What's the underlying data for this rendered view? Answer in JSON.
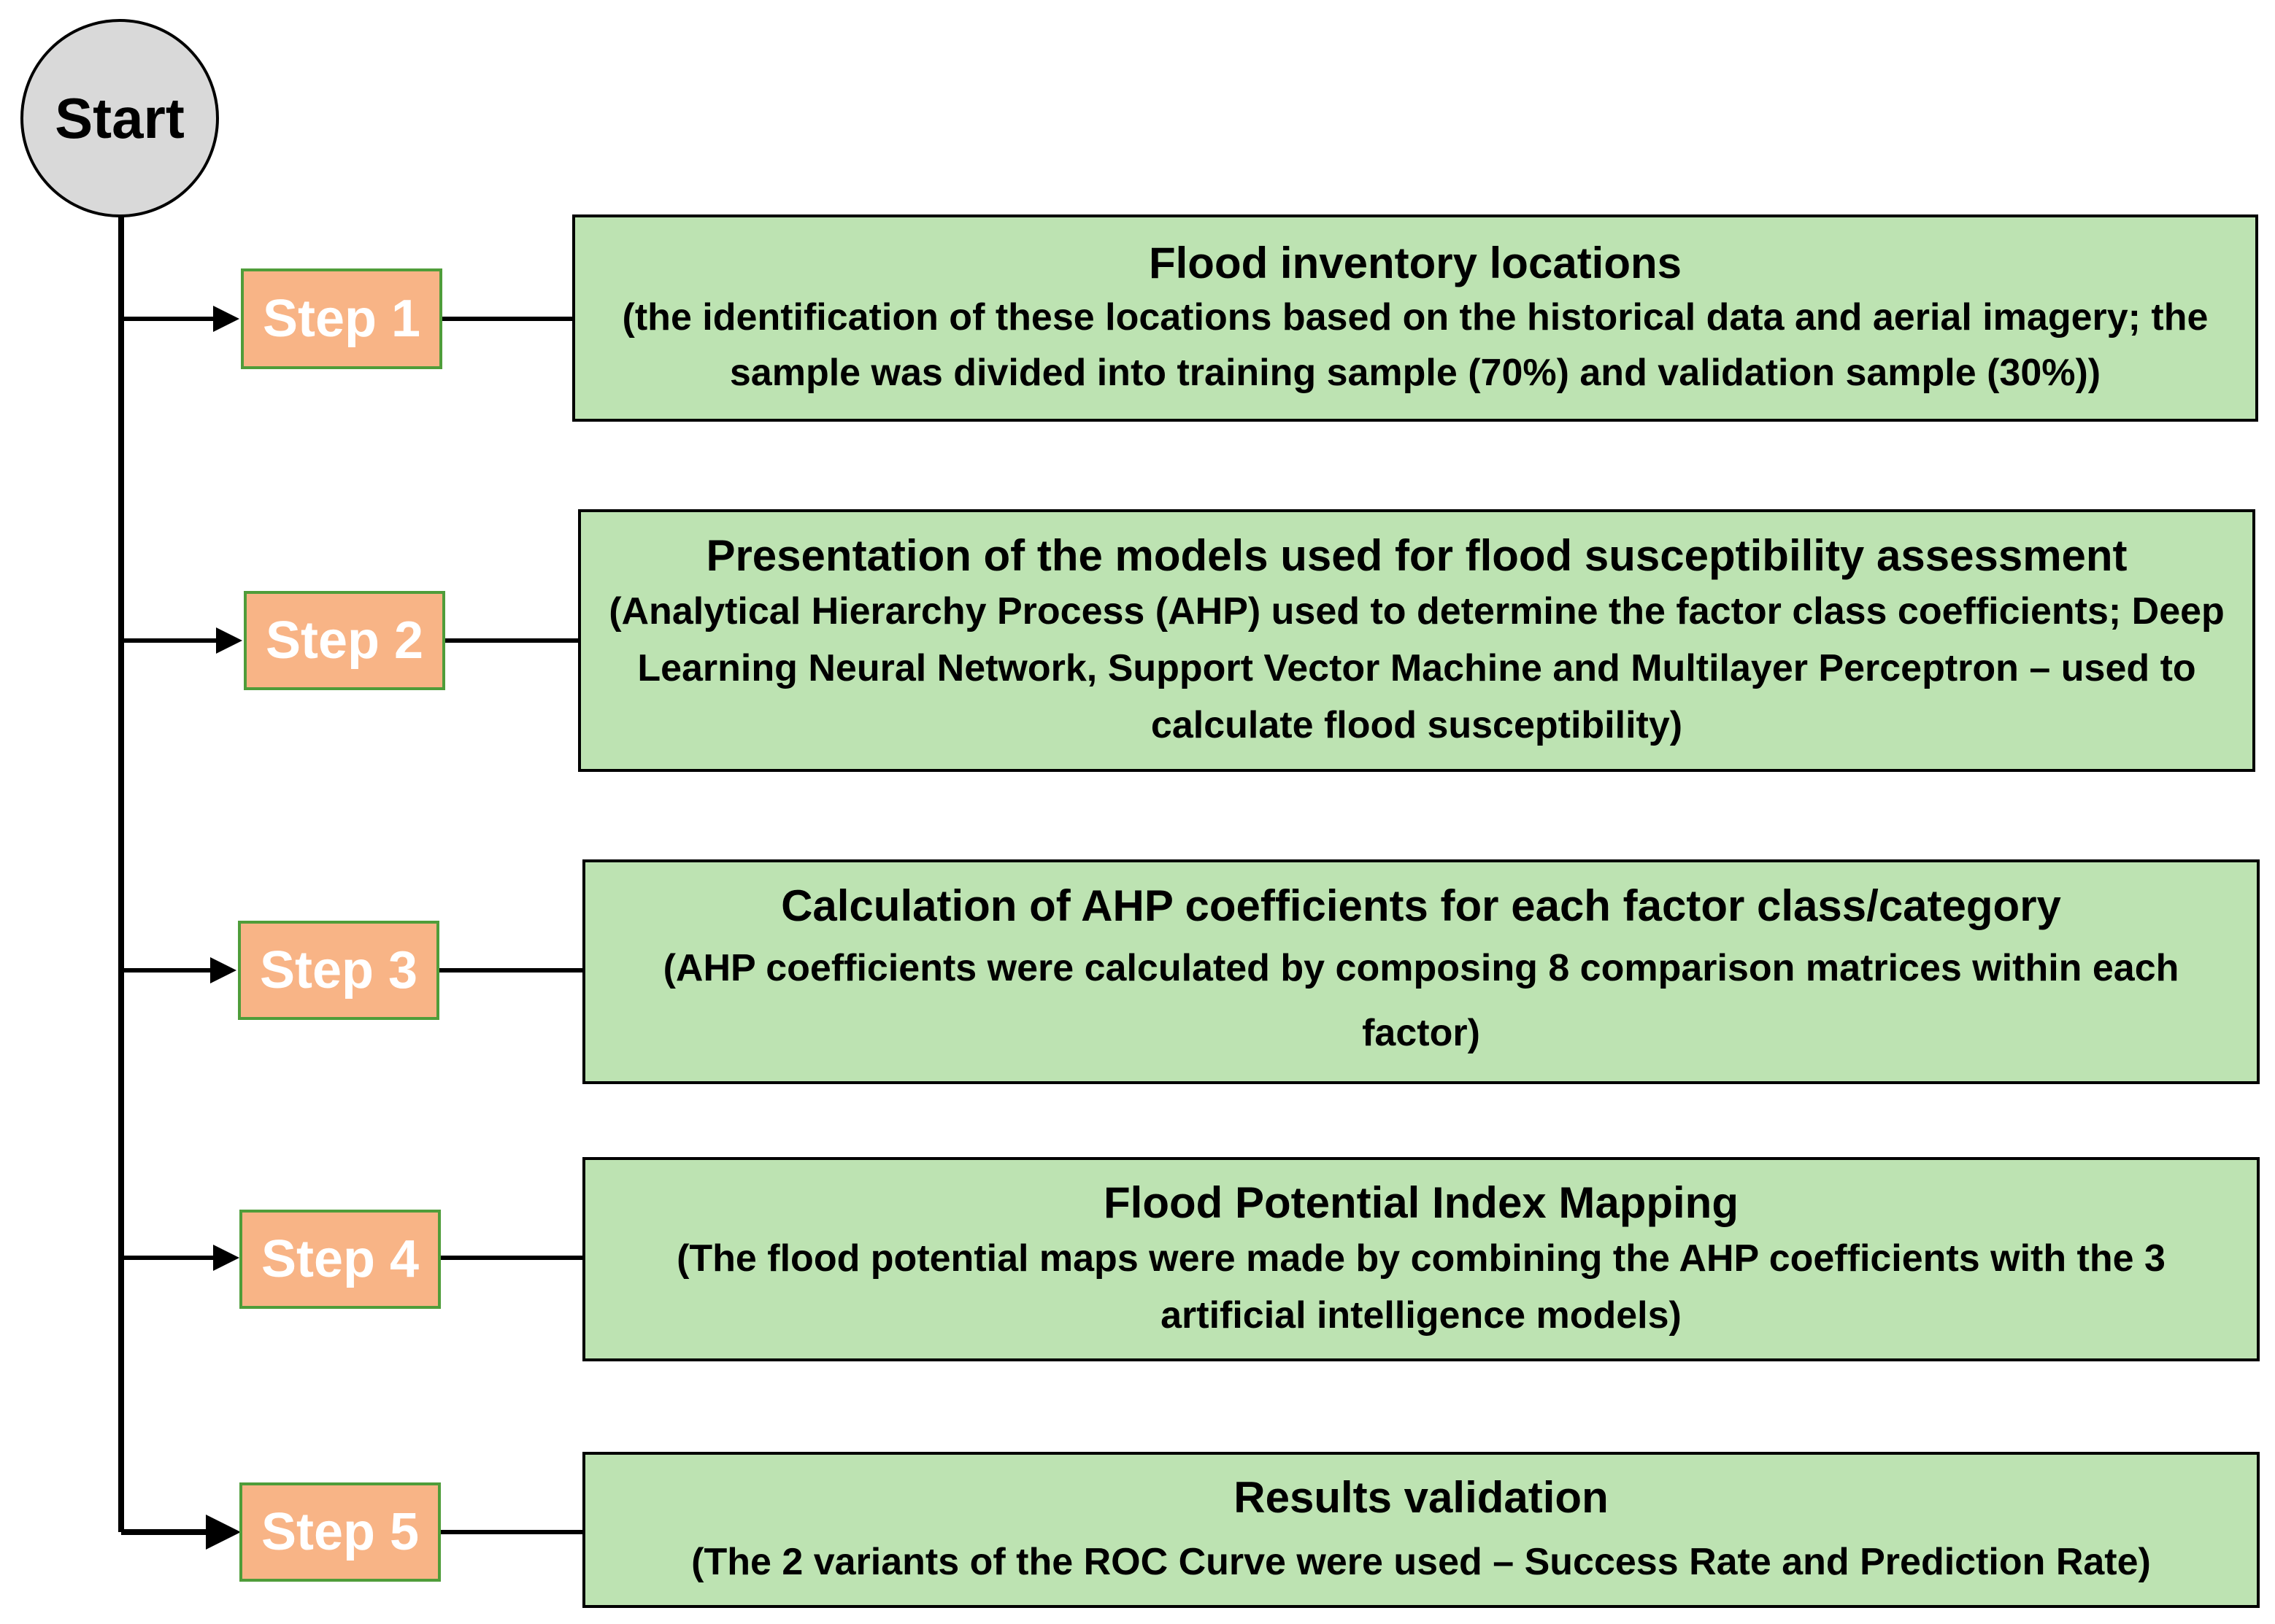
{
  "start": {
    "label": "Start"
  },
  "steps": [
    {
      "label": "Step 1",
      "title": "Flood inventory locations",
      "description": "(the identification of these locations based on the historical data and aerial imagery; the sample was divided into training sample (70%) and validation sample (30%))"
    },
    {
      "label": "Step 2",
      "title": "Presentation of the models used for flood susceptibility assessment",
      "description": "(Analytical Hierarchy Process (AHP) used to determine the factor class coefficients; Deep Learning Neural Network, Support Vector Machine and Multilayer Perceptron – used to calculate flood susceptibility)"
    },
    {
      "label": "Step 3",
      "title": "Calculation of AHP coefficients for each factor class/category",
      "description": "(AHP coefficients were calculated by composing 8 comparison matrices within each factor)"
    },
    {
      "label": "Step 4",
      "title": "Flood Potential Index Mapping",
      "description": "(The flood potential maps were made by combining the AHP coefficients with the 3 artificial intelligence models)"
    },
    {
      "label": "Step 5",
      "title": "Results validation",
      "description": "(The 2 variants of the ROC Curve were used – Success Rate and Prediction Rate)"
    }
  ],
  "colors": {
    "start_fill": "#d9d9d9",
    "step_fill": "#f8b486",
    "step_border": "#4f9d3a",
    "step_text": "#ffffff",
    "info_fill": "#bde3b2",
    "line": "#000000"
  }
}
